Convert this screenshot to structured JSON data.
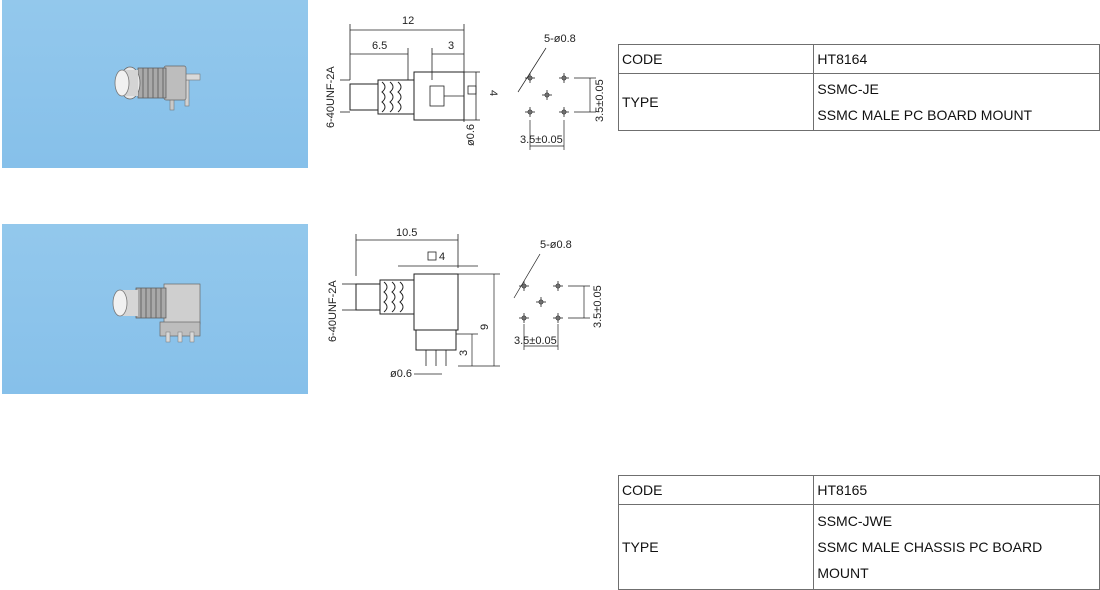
{
  "products": [
    {
      "code_label": "CODE",
      "code_value": "HT8164",
      "type_label": "TYPE",
      "type_lines": [
        "SSMC-JE",
        "SSMC MALE PC BOARD MOUNT"
      ],
      "dims": {
        "overall": "12",
        "left": "6.5",
        "right": "3",
        "thread": "6-40UNF-2A",
        "square": "4",
        "pin": "ø0.6",
        "holes": "5-ø0.8",
        "pitch_v": "3.5±0.05",
        "pitch_h": "3.5±0.05"
      }
    },
    {
      "code_label": "CODE",
      "code_value": "HT8165",
      "type_label": "TYPE",
      "type_lines": [
        "SSMC-JWE",
        "SSMC MALE CHASSIS PC BOARD",
        "MOUNT"
      ],
      "dims": {
        "overall": "10.5",
        "square": "4",
        "thread": "6-40UNF-2A",
        "height": "9",
        "leg": "3",
        "pin": "ø0.6",
        "holes": "5-ø0.8",
        "pitch_v": "3.5±0.05",
        "pitch_h": "3.5±0.05"
      }
    }
  ],
  "colors": {
    "photo_bg": "#8cc4eb",
    "line": "#222222",
    "table_border": "#6f6f6f"
  }
}
